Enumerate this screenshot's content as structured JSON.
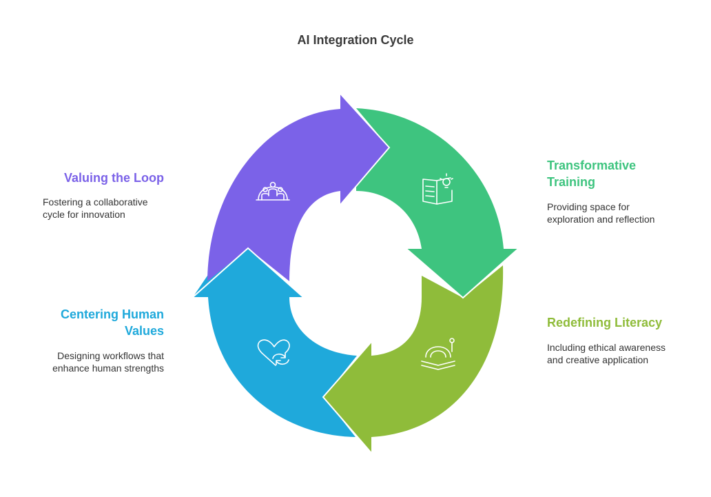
{
  "title": "AI Integration Cycle",
  "colors": {
    "purple": "#7B62E8",
    "green": "#3EC47F",
    "olive": "#8FBC3A",
    "blue": "#1FA9DB",
    "title_text": "#3a3a3a",
    "body_text": "#333333"
  },
  "stages": [
    {
      "title": "Valuing the Loop",
      "description": "Fostering a collaborative cycle for innovation",
      "color": "#7B62E8",
      "icon": "people-dome-icon"
    },
    {
      "title": "Transformative Training",
      "description": "Providing space for exploration and reflection",
      "color": "#3EC47F",
      "icon": "book-lightbulb-icon"
    },
    {
      "title": "Redefining Literacy",
      "description": "Including ethical awareness and creative application",
      "color": "#8FBC3A",
      "icon": "open-book-headset-icon"
    },
    {
      "title": "Centering Human Values",
      "description": "Designing workflows that enhance human strengths",
      "color": "#1FA9DB",
      "icon": "heart-refresh-icon"
    }
  ]
}
